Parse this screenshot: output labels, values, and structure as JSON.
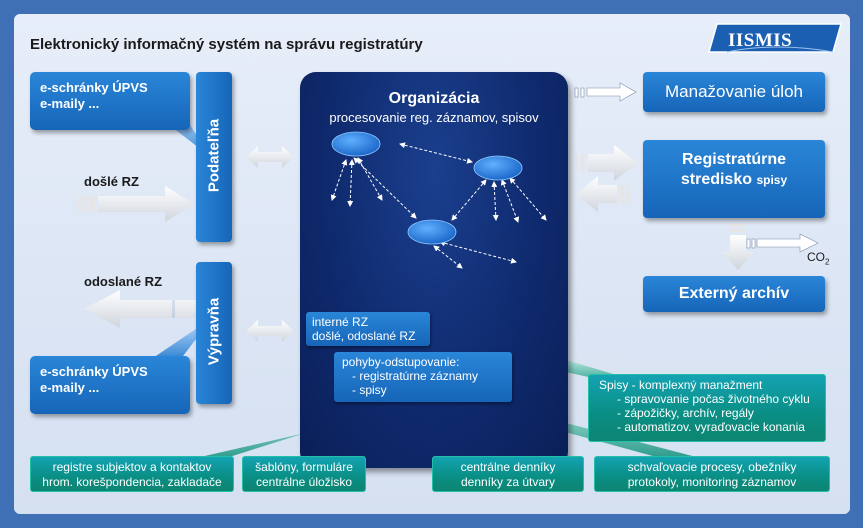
{
  "title": "Elektronický informačný systém na správu registratúry",
  "logo": "IISMIS",
  "left": {
    "inbox_top": "e-schránky ÚPVS\ne-maily ...",
    "podatelna": "Podateľňa",
    "incoming_label": "došlé RZ",
    "outgoing_label": "odoslané RZ",
    "vypravna": "Výpravňa",
    "inbox_bottom": "e-schránky ÚPVS\ne-maily ..."
  },
  "organization": {
    "title": "Organizácia",
    "subtitle": "procesovanie reg. záznamov, spisov",
    "records_box": "interné RZ\ndošlé, odoslané RZ",
    "movements_box": "pohyby-odstupovanie:\n   - registratúrne záznamy\n   - spisy"
  },
  "right": {
    "task_management": "Manažovanie úloh",
    "registry_center_line1": "Registratúrne",
    "registry_center_line2": "stredisko",
    "registry_center_small": "spisy",
    "co2": "CO",
    "co2_sub": "2",
    "external_archive": "Externý archív"
  },
  "spisy_box": {
    "title": "Spisy - komplexný manažment",
    "items": [
      "- spravovanie počas životného cyklu",
      "- zápožičky, archív, regály",
      "- automatizov. vyraďovacie konania"
    ]
  },
  "bottom": [
    "registre subjektov a kontaktov\nhrom. korešpondencia, zakladače",
    "šablóny, formuláre\ncentrálne úložisko",
    "centrálne denníky\ndenníky za útvary",
    "schvaľovacie procesy, obežníky\nprotokoly, monitoring záznamov"
  ],
  "colors": {
    "frame": "#3f6fb5",
    "box_blue": "#1f78cf",
    "org_dark": "#0f2a6e",
    "green_box": "#0a8e84",
    "arrow_grey": "#e6e6e6"
  }
}
